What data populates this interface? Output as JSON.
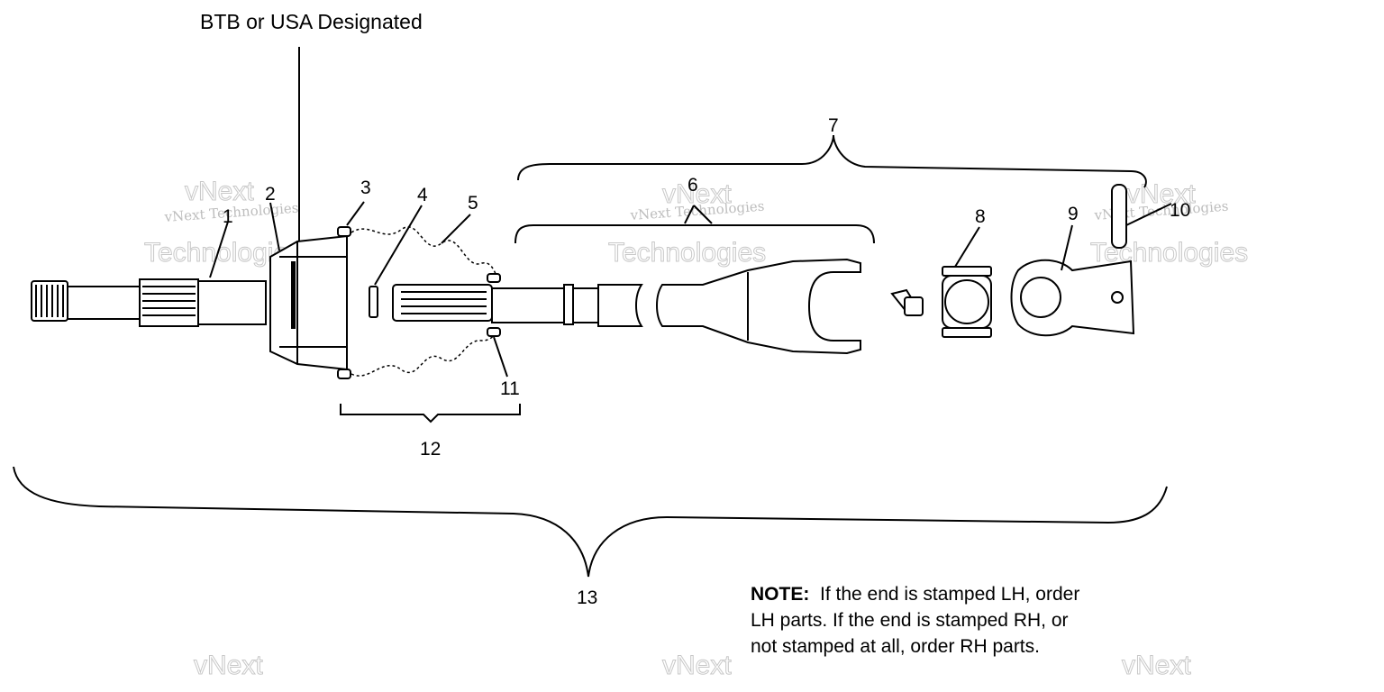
{
  "header": {
    "designation": "BTB or USA Designated"
  },
  "callouts": [
    "1",
    "2",
    "3",
    "4",
    "5",
    "6",
    "7",
    "8",
    "9",
    "10",
    "11",
    "12",
    "13"
  ],
  "note": {
    "lead": "NOTE:",
    "line1": "If the end is stamped LH, order",
    "line2": "LH parts.  If the end is stamped RH, or",
    "line3": "not stamped at all, order RH parts."
  },
  "watermark": {
    "small": "vNext Technologies",
    "large_top": "vNext",
    "large_bottom": "Technologies"
  }
}
